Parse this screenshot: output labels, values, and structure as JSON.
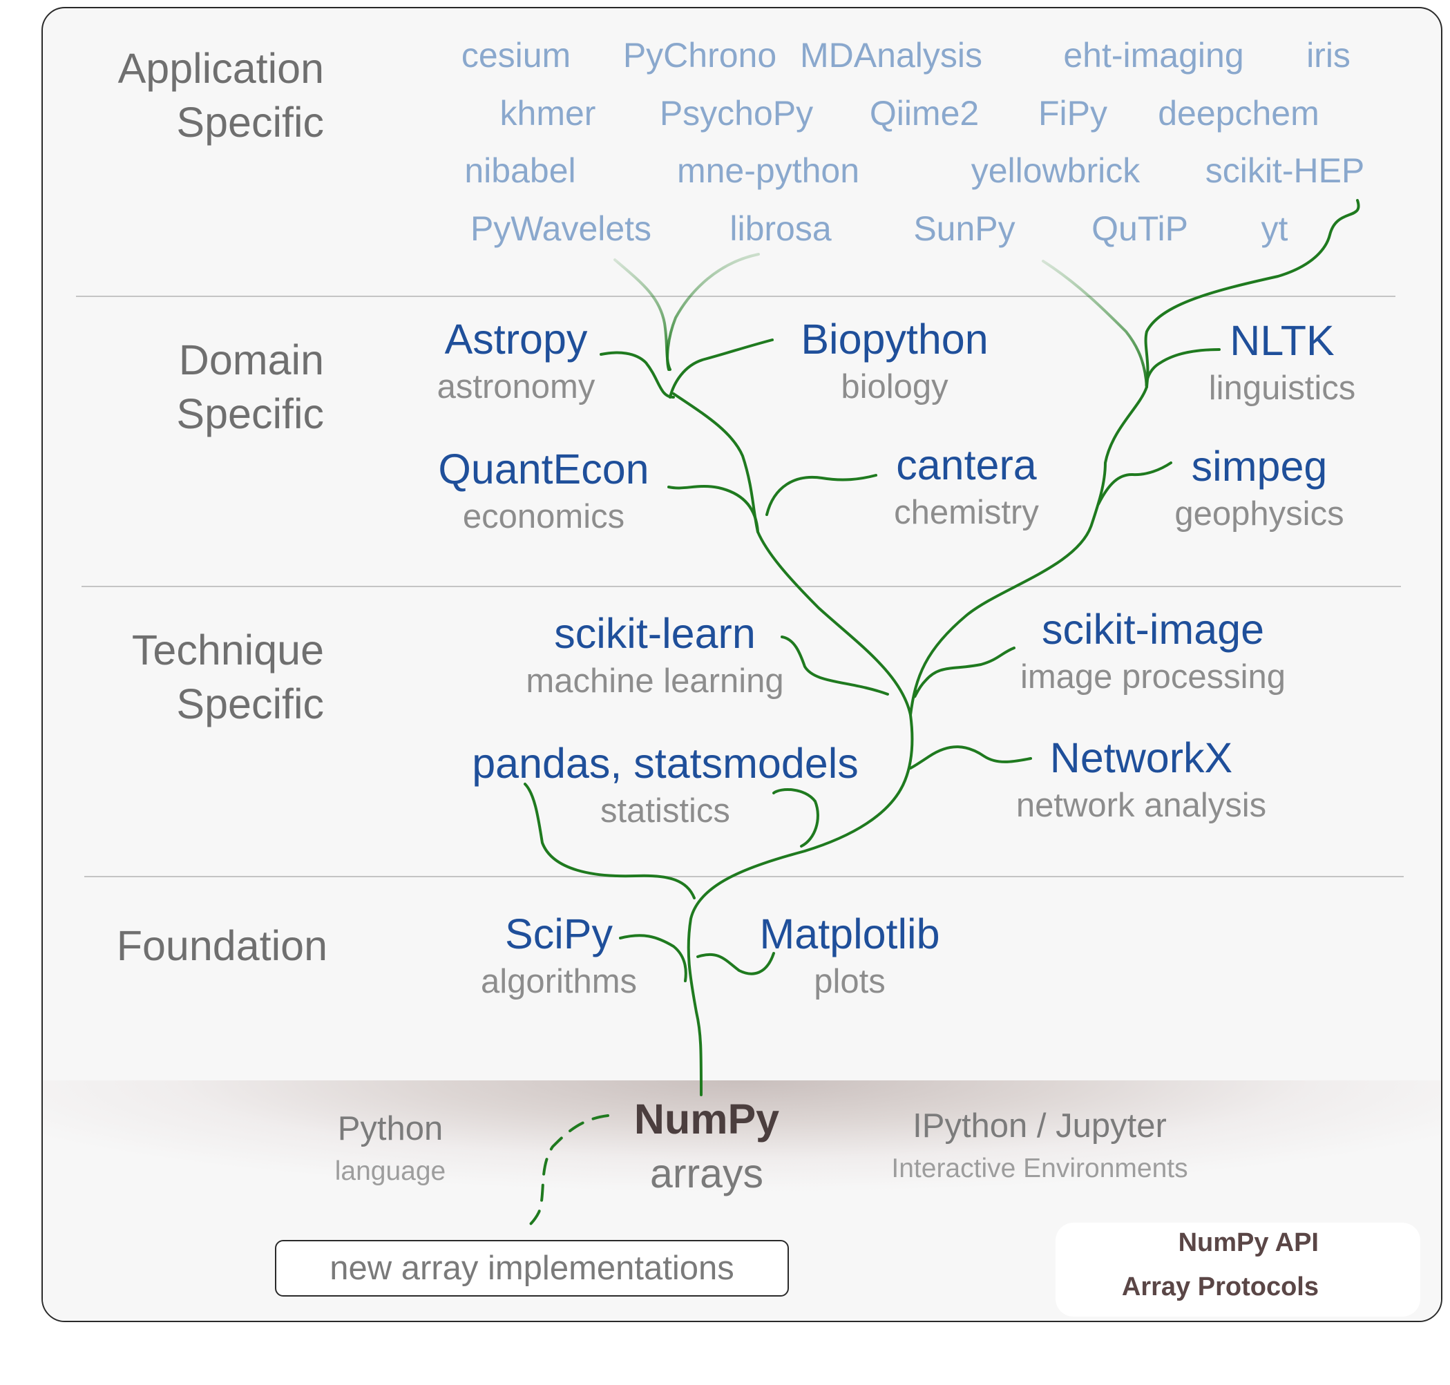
{
  "layers": [
    {
      "line1": "Application",
      "line2": "Specific"
    },
    {
      "line1": "Domain",
      "line2": "Specific"
    },
    {
      "line1": "Technique",
      "line2": "Specific"
    },
    {
      "line1": "Foundation",
      "line2": ""
    }
  ],
  "application_packages": [
    "cesium",
    "PyChrono",
    "MDAnalysis",
    "eht-imaging",
    "iris",
    "khmer",
    "PsychoPy",
    "Qiime2",
    "FiPy",
    "deepchem",
    "nibabel",
    "mne-python",
    "yellowbrick",
    "scikit-HEP",
    "PyWavelets",
    "librosa",
    "SunPy",
    "QuTiP",
    "yt"
  ],
  "domain_packages": [
    {
      "name": "Astropy",
      "desc": "astronomy"
    },
    {
      "name": "Biopython",
      "desc": "biology"
    },
    {
      "name": "NLTK",
      "desc": "linguistics"
    },
    {
      "name": "QuantEcon",
      "desc": "economics"
    },
    {
      "name": "cantera",
      "desc": "chemistry"
    },
    {
      "name": "simpeg",
      "desc": "geophysics"
    }
  ],
  "technique_packages": [
    {
      "name": "scikit-learn",
      "desc": "machine learning"
    },
    {
      "name": "scikit-image",
      "desc": "image processing"
    },
    {
      "name": "pandas, statsmodels",
      "desc": "statistics"
    },
    {
      "name": "NetworkX",
      "desc": "network analysis"
    }
  ],
  "foundation_packages": [
    {
      "name": "SciPy",
      "desc": "algorithms"
    },
    {
      "name": "Matplotlib",
      "desc": "plots"
    }
  ],
  "core": {
    "python": {
      "name": "Python",
      "desc": "language"
    },
    "numpy": {
      "name": "NumPy",
      "desc": "arrays"
    },
    "ipython": {
      "name": "IPython / Jupyter",
      "desc": "Interactive Environments"
    }
  },
  "new_array_implementations": "new array implementations",
  "legend": {
    "api": "NumPy API",
    "protocols": "Array Protocols"
  },
  "colors": {
    "branch": "#1f7a1f",
    "app_text": "#8aa8cd",
    "package_name": "#1f4f9a",
    "description": "#8d8d8d"
  }
}
